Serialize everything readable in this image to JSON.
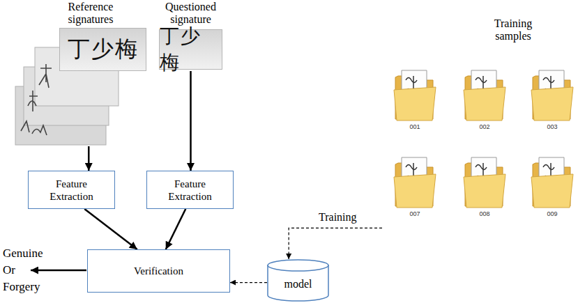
{
  "diagram": {
    "nodes": [
      {
        "text": [
          "Reference signatures",
          "丁少梅"
        ]
      },
      {
        "text": [
          "Questioned signature",
          "丁少梅"
        ]
      },
      {
        "text": [
          "Feature Extraction"
        ]
      },
      {
        "text": [
          "Feature Extraction"
        ]
      },
      {
        "text": [
          "Verification"
        ]
      },
      {
        "text": [
          "model"
        ]
      },
      {
        "text": [
          "Training samples"
        ]
      },
      {
        "text": [
          "001"
        ],
        "in": 6
      },
      {
        "text": [
          "002"
        ],
        "in": 6
      },
      {
        "text": [
          "003"
        ],
        "in": 6
      },
      {
        "text": [
          "007"
        ],
        "in": 6
      },
      {
        "text": [
          "008"
        ],
        "in": 6
      },
      {
        "text": [
          "009"
        ],
        "in": 6
      }
    ],
    "edges": [
      {
        "from": 0,
        "to": 2,
        "arrow": "to"
      },
      {
        "from": 1,
        "to": 3,
        "arrow": "to"
      },
      {
        "from": 2,
        "to": 4,
        "arrow": "to"
      },
      {
        "from": 3,
        "to": 4,
        "arrow": "to"
      },
      {
        "from": 5,
        "to": 4,
        "arrow": "to"
      },
      {
        "from": 6,
        "to": 5,
        "label": "Training",
        "arrow": "to"
      }
    ],
    "labels": [
      "Genuine Or Forgery"
    ]
  }
}
